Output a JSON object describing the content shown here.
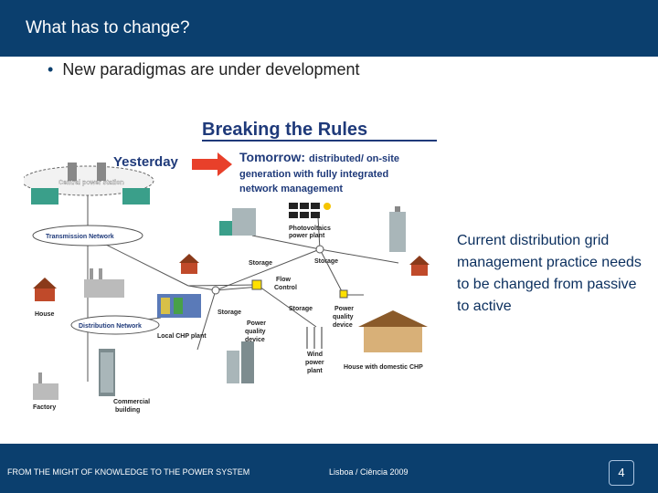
{
  "slide": {
    "title": "What has to change?",
    "bullet": "New paradigmas are under development",
    "callout": "Current distribution grid management practice needs to be changed from passive to active",
    "footer_left": "FROM THE MIGHT OF KNOWLEDGE TO THE POWER SYSTEM",
    "footer_mid": "Lisboa / Ciência 2009",
    "page_number": "4"
  },
  "diagram": {
    "heading": "Breaking the Rules",
    "yesterday": "Yesterday",
    "tomorrow_bold": "Tomorrow:",
    "tomorrow_line1": "distributed/ on-site",
    "tomorrow_line2": "generation with fully integrated",
    "tomorrow_line3": "network management",
    "central_power": "Central power station",
    "transmission": "Transmission Network",
    "distribution": "Distribution Network",
    "photovoltaics_1": "Photovoltaics",
    "photovoltaics_2": "power plant",
    "storage_top_left": "Storage",
    "storage_top_right": "Storage",
    "flow_control_1": "Flow",
    "flow_control_2": "Control",
    "storage_mid_left": "Storage",
    "storage_mid_right": "Storage",
    "power_quality_left_1": "Power",
    "power_quality_left_2": "quality",
    "power_quality_left_3": "device",
    "power_quality_right_1": "Power",
    "power_quality_right_2": "quality",
    "power_quality_right_3": "device",
    "house": "House",
    "local_chp": "Local CHP plant",
    "wind_1": "Wind",
    "wind_2": "power",
    "wind_3": "plant",
    "house_chp": "House with domestic CHP",
    "factory": "Factory",
    "commercial_1": "Commercial",
    "commercial_2": "building"
  },
  "colors": {
    "brand": "#0b3f6e",
    "arrow": "#e8402a",
    "heading": "#1f3a7a",
    "storage_node": "#ffe000"
  }
}
